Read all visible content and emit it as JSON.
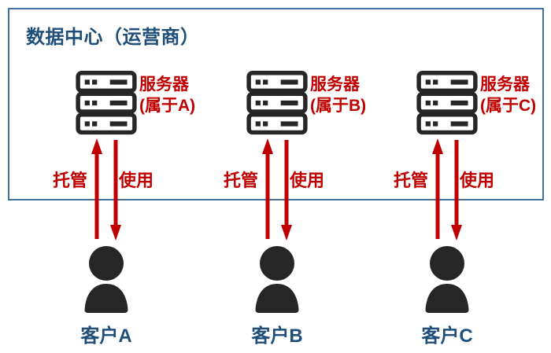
{
  "datacenter": {
    "title": "数据中心（运营商）"
  },
  "columns": [
    {
      "server_name": "服务器",
      "server_owner": "(属于A)",
      "host_label": "托管",
      "use_label": "使用",
      "customer_label": "客户A"
    },
    {
      "server_name": "服务器",
      "server_owner": "(属于B)",
      "host_label": "托管",
      "use_label": "使用",
      "customer_label": "客户B"
    },
    {
      "server_name": "服务器",
      "server_owner": "(属于C)",
      "host_label": "托管",
      "use_label": "使用",
      "customer_label": "客户C"
    }
  ],
  "icons": {
    "server": "server-rack-icon",
    "person": "person-icon",
    "up_arrow": "hosting-arrow-up-icon",
    "down_arrow": "usage-arrow-down-icon"
  },
  "colors": {
    "title_blue": "#1F4E79",
    "box_border_blue": "#41719C",
    "label_red": "#C00000",
    "icon_black": "#262626"
  }
}
